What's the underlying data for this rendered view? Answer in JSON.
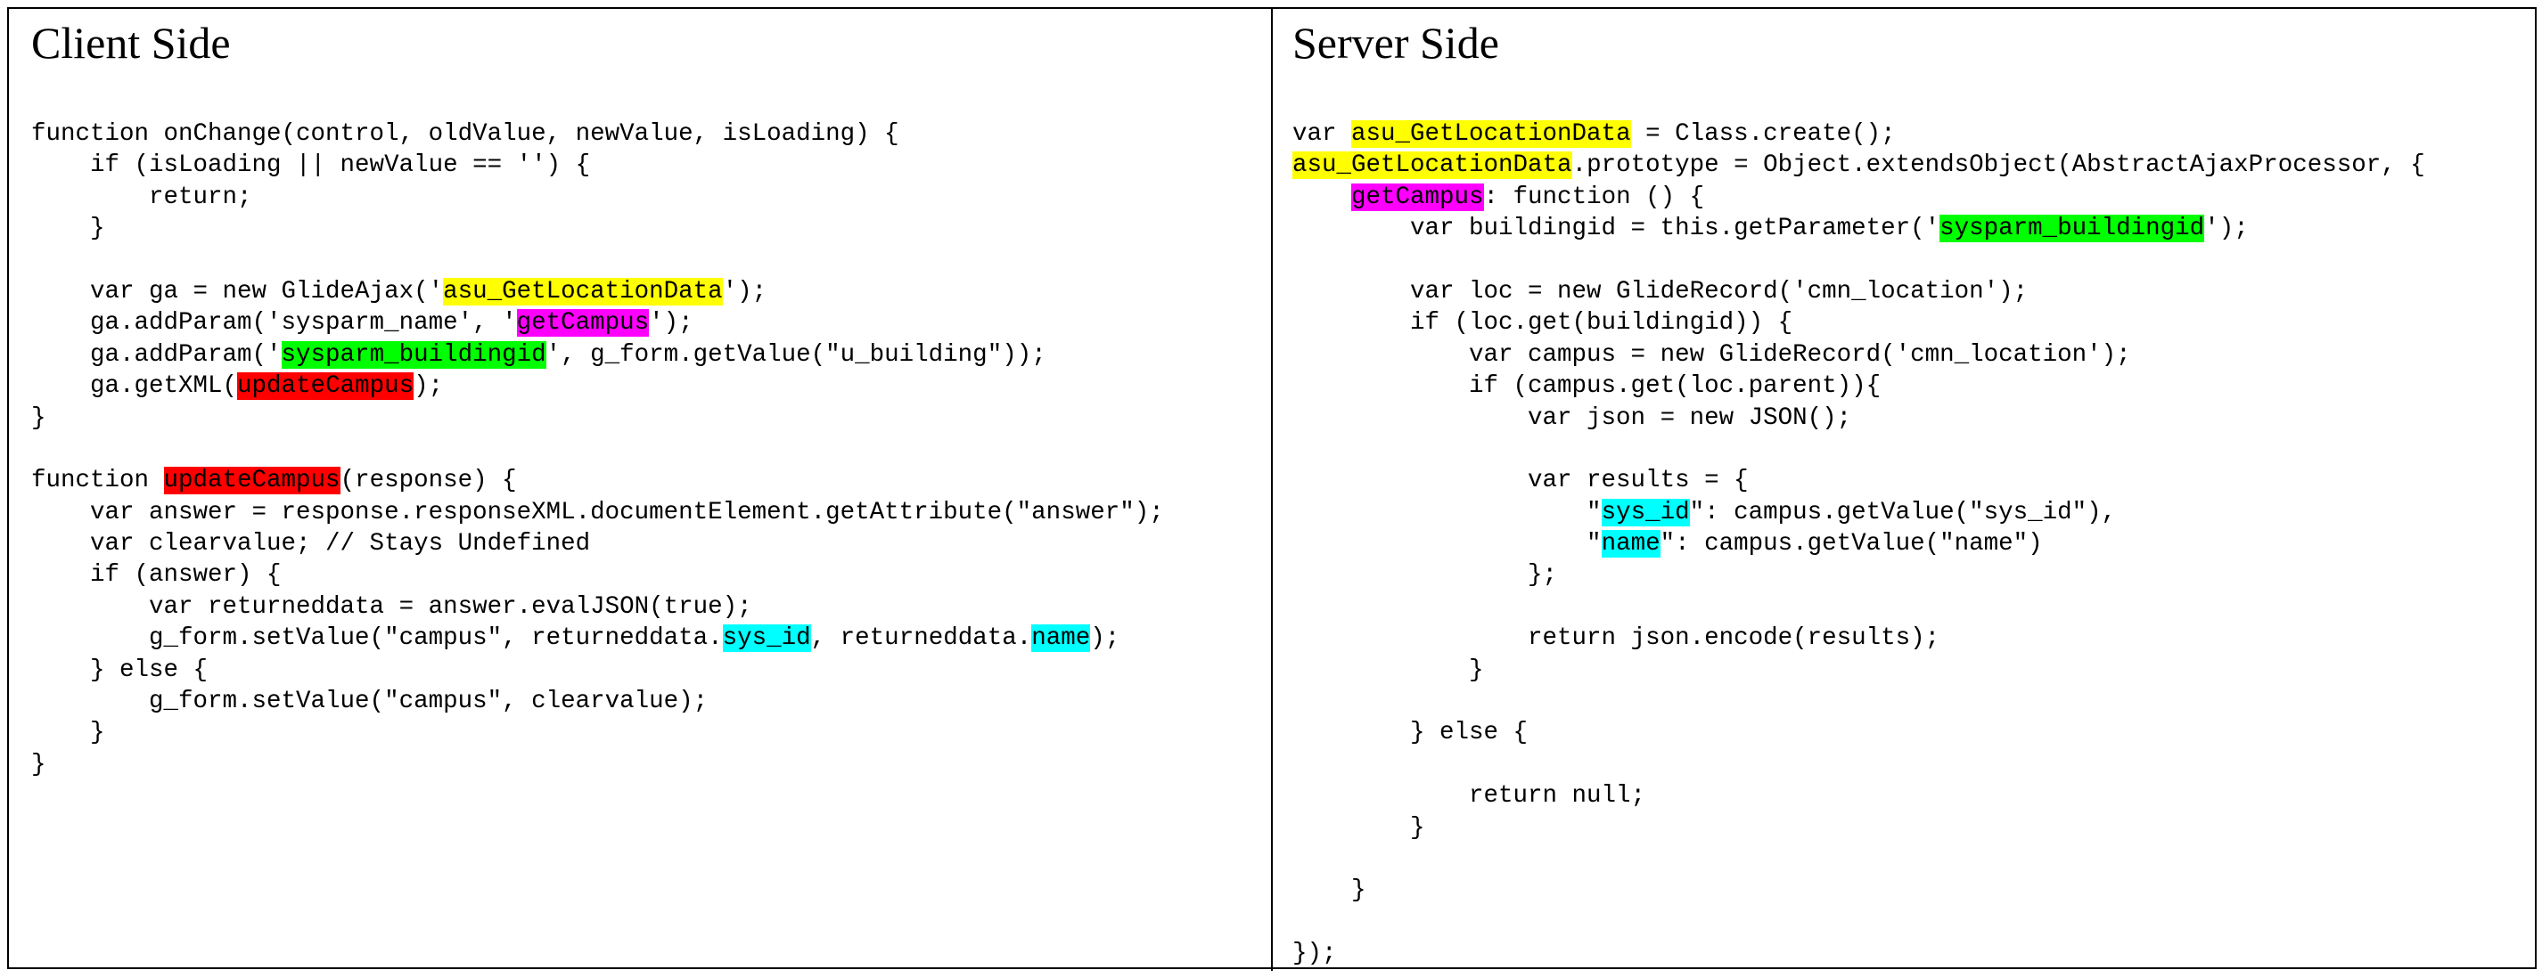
{
  "client": {
    "title": "Client Side",
    "lines": [
      [
        [
          "function onChange(control, oldValue, newValue, isLoading) {",
          ""
        ]
      ],
      [
        [
          "    if (isLoading || newValue == '') {",
          ""
        ]
      ],
      [
        [
          "        return;",
          ""
        ]
      ],
      [
        [
          "    }",
          ""
        ]
      ],
      [
        [
          "",
          ""
        ]
      ],
      [
        [
          "    var ga = new GlideAjax('",
          ""
        ],
        [
          "asu_GetLocationData",
          "yellow"
        ],
        [
          "');",
          ""
        ]
      ],
      [
        [
          "    ga.addParam('sysparm_name', '",
          ""
        ],
        [
          "getCampus",
          "magenta"
        ],
        [
          "');",
          ""
        ]
      ],
      [
        [
          "    ga.addParam('",
          ""
        ],
        [
          "sysparm_buildingid",
          "green"
        ],
        [
          "', g_form.getValue(\"u_building\"));",
          ""
        ]
      ],
      [
        [
          "    ga.getXML(",
          ""
        ],
        [
          "updateCampus",
          "red"
        ],
        [
          ");",
          ""
        ]
      ],
      [
        [
          "}",
          ""
        ]
      ],
      [
        [
          "",
          ""
        ]
      ],
      [
        [
          "function ",
          ""
        ],
        [
          "updateCampus",
          "red"
        ],
        [
          "(response) {",
          ""
        ]
      ],
      [
        [
          "    var answer = response.responseXML.documentElement.getAttribute(\"answer\");",
          ""
        ]
      ],
      [
        [
          "    var clearvalue; // Stays Undefined",
          ""
        ]
      ],
      [
        [
          "    if (answer) {",
          ""
        ]
      ],
      [
        [
          "        var returneddata = answer.evalJSON(true);",
          ""
        ]
      ],
      [
        [
          "        g_form.setValue(\"campus\", returneddata.",
          ""
        ],
        [
          "sys_id",
          "cyan"
        ],
        [
          ", returneddata.",
          ""
        ],
        [
          "name",
          "cyan"
        ],
        [
          ");",
          ""
        ]
      ],
      [
        [
          "    } else {",
          ""
        ]
      ],
      [
        [
          "        g_form.setValue(\"campus\", clearvalue);",
          ""
        ]
      ],
      [
        [
          "    }",
          ""
        ]
      ],
      [
        [
          "}",
          ""
        ]
      ]
    ]
  },
  "server": {
    "title": "Server Side",
    "lines": [
      [
        [
          "var ",
          ""
        ],
        [
          "asu_GetLocationData",
          "yellow"
        ],
        [
          " = Class.create();",
          ""
        ]
      ],
      [
        [
          "asu_GetLocationData",
          "yellow"
        ],
        [
          ".prototype = Object.extendsObject(AbstractAjaxProcessor, {",
          ""
        ]
      ],
      [
        [
          "    ",
          ""
        ],
        [
          "getCampus",
          "magenta"
        ],
        [
          ": function () {",
          ""
        ]
      ],
      [
        [
          "        var buildingid = this.getParameter('",
          ""
        ],
        [
          "sysparm_buildingid",
          "green"
        ],
        [
          "');",
          ""
        ]
      ],
      [
        [
          "",
          ""
        ]
      ],
      [
        [
          "        var loc = new GlideRecord('cmn_location');",
          ""
        ]
      ],
      [
        [
          "        if (loc.get(buildingid)) {",
          ""
        ]
      ],
      [
        [
          "            var campus = new GlideRecord('cmn_location');",
          ""
        ]
      ],
      [
        [
          "            if (campus.get(loc.parent)){",
          ""
        ]
      ],
      [
        [
          "                var json = new JSON();",
          ""
        ]
      ],
      [
        [
          "",
          ""
        ]
      ],
      [
        [
          "                var results = {",
          ""
        ]
      ],
      [
        [
          "                    \"",
          ""
        ],
        [
          "sys_id",
          "cyan"
        ],
        [
          "\": campus.getValue(\"sys_id\"),",
          ""
        ]
      ],
      [
        [
          "                    \"",
          ""
        ],
        [
          "name",
          "cyan"
        ],
        [
          "\": campus.getValue(\"name\")",
          ""
        ]
      ],
      [
        [
          "                };",
          ""
        ]
      ],
      [
        [
          "",
          ""
        ]
      ],
      [
        [
          "                return json.encode(results);",
          ""
        ]
      ],
      [
        [
          "            }",
          ""
        ]
      ],
      [
        [
          "",
          ""
        ]
      ],
      [
        [
          "        } else {",
          ""
        ]
      ],
      [
        [
          "",
          ""
        ]
      ],
      [
        [
          "            return null;",
          ""
        ]
      ],
      [
        [
          "        }",
          ""
        ]
      ],
      [
        [
          "",
          ""
        ]
      ],
      [
        [
          "    }",
          ""
        ]
      ],
      [
        [
          "",
          ""
        ]
      ],
      [
        [
          "});",
          ""
        ]
      ]
    ]
  },
  "colors": {
    "yellow": "#ffff00",
    "magenta": "#ff00ff",
    "green": "#00ff00",
    "red": "#ff0000",
    "cyan": "#00ffff"
  }
}
